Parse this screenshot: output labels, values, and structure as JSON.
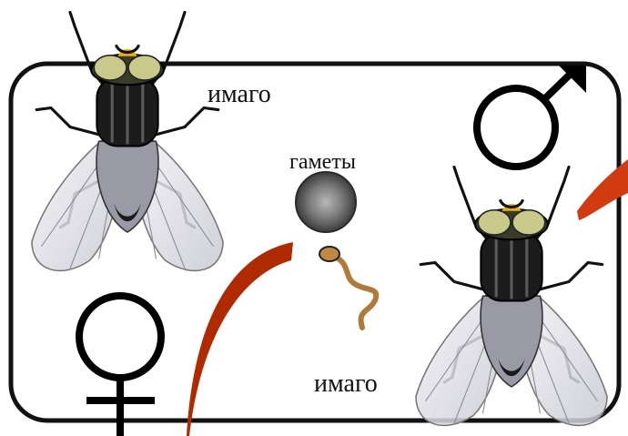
{
  "labels": {
    "imago_female": "имаго",
    "gametes": "гаметы",
    "imago_male": "имаго"
  },
  "icons": {
    "female_symbol": "venus-icon",
    "male_symbol": "mars-icon",
    "egg": "egg-cell-icon",
    "sperm": "sperm-cell-icon",
    "fly": "housefly-icon"
  },
  "colors": {
    "frame": "#111111",
    "arrow": "#b02a00",
    "egg": "#6a6a6a",
    "sperm": "#b07a3a",
    "fly_eye": "#c9c98a",
    "fly_thorax": "#e8b400"
  }
}
